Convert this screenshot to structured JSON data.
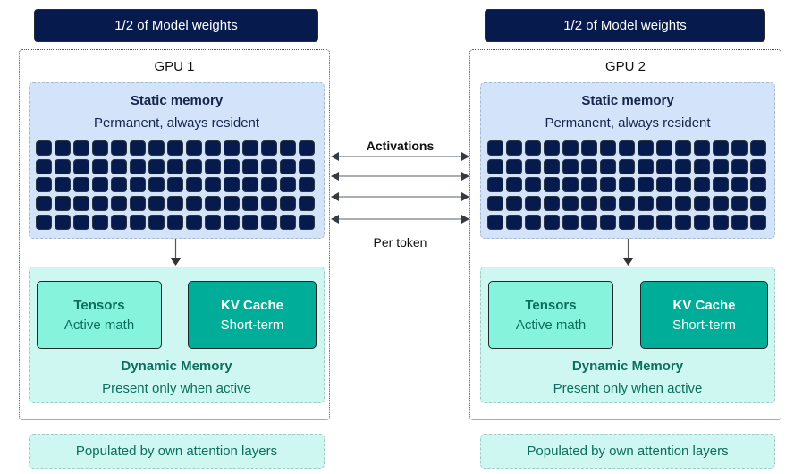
{
  "gpus": [
    {
      "weights_label": "1/2 of Model weights",
      "name": "GPU 1",
      "static_memory": {
        "title": "Static memory",
        "subtitle": "Permanent, always resident",
        "grid": {
          "rows": 5,
          "cols": 15
        }
      },
      "dynamic_memory": {
        "title": "Dynamic Memory",
        "subtitle": "Present only when active",
        "tensors": {
          "title": "Tensors",
          "subtitle": "Active math"
        },
        "kv_cache": {
          "title": "KV Cache",
          "subtitle": "Short-term"
        }
      },
      "populated_label": "Populated by own attention layers"
    },
    {
      "weights_label": "1/2 of Model weights",
      "name": "GPU 2",
      "static_memory": {
        "title": "Static memory",
        "subtitle": "Permanent, always resident",
        "grid": {
          "rows": 5,
          "cols": 15
        }
      },
      "dynamic_memory": {
        "title": "Dynamic Memory",
        "subtitle": "Present only when active",
        "tensors": {
          "title": "Tensors",
          "subtitle": "Active math"
        },
        "kv_cache": {
          "title": "KV Cache",
          "subtitle": "Short-term"
        }
      },
      "populated_label": "Populated by own attention layers"
    }
  ],
  "interconnect": {
    "top_label": "Activations",
    "bottom_label": "Per token",
    "arrow_count": 4,
    "direction": "bidirectional"
  },
  "colors": {
    "weights_bg": "#061a4d",
    "static_bg": "#d3e4fa",
    "dynamic_bg": "#cdf7f0",
    "tensors_bg": "#86f4dd",
    "kv_bg": "#00ad98",
    "teal_text": "#0c6e5c"
  }
}
